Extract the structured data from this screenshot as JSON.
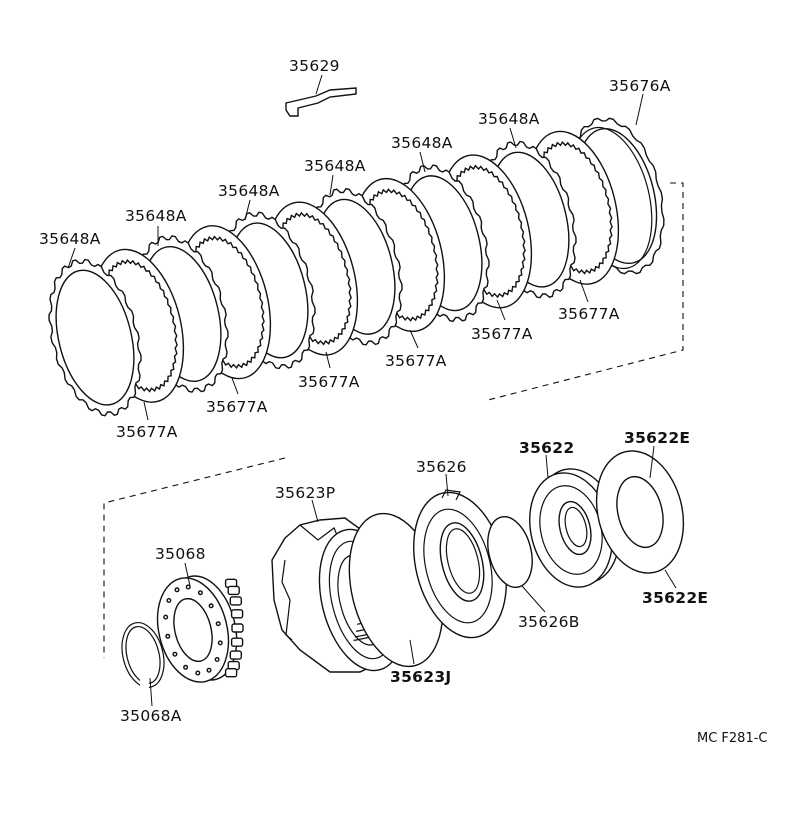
{
  "diagram": {
    "labels": [
      {
        "id": "p35629",
        "text": "35629"
      },
      {
        "id": "p35676A",
        "text": "35676A"
      },
      {
        "id": "p35648A_1",
        "text": "35648A"
      },
      {
        "id": "p35648A_2",
        "text": "35648A"
      },
      {
        "id": "p35648A_3",
        "text": "35648A"
      },
      {
        "id": "p35648A_4",
        "text": "35648A"
      },
      {
        "id": "p35648A_5",
        "text": "35648A"
      },
      {
        "id": "p35648A_6",
        "text": "35648A"
      },
      {
        "id": "p35677A_1",
        "text": "35677A"
      },
      {
        "id": "p35677A_2",
        "text": "35677A"
      },
      {
        "id": "p35677A_3",
        "text": "35677A"
      },
      {
        "id": "p35677A_4",
        "text": "35677A"
      },
      {
        "id": "p35677A_5",
        "text": "35677A"
      },
      {
        "id": "p35677A_6",
        "text": "35677A"
      },
      {
        "id": "p35626",
        "text": "35626"
      },
      {
        "id": "p35622",
        "text": "35622"
      },
      {
        "id": "p35622E_1",
        "text": "35622E"
      },
      {
        "id": "p35622E_2",
        "text": "35622E"
      },
      {
        "id": "p35623P",
        "text": "35623P"
      },
      {
        "id": "p35068",
        "text": "35068"
      },
      {
        "id": "p35626B",
        "text": "35626B"
      },
      {
        "id": "p35623J",
        "text": "35623J"
      },
      {
        "id": "p35068A",
        "text": "35068A"
      }
    ],
    "figure_code": "MC F281-C"
  }
}
